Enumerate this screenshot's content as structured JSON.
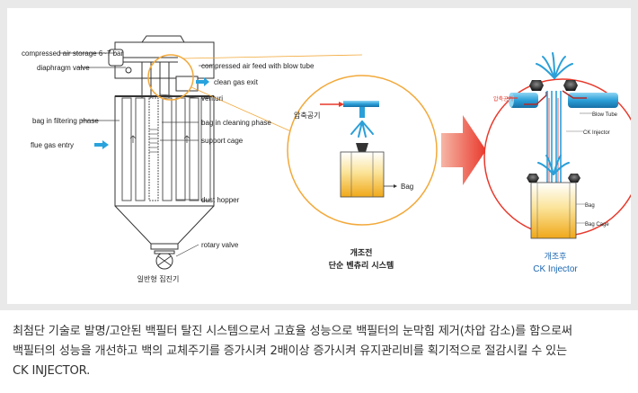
{
  "collector": {
    "labels": {
      "compressed_air_storage": "compressed air storage 6~7 bar",
      "diaphragm_valve": "diaphragm valve",
      "compressed_air_feed": "compressed air feed with blow tube",
      "clean_gas_exit": "clean gas exit",
      "venturi": "venturi",
      "bag_filtering": "bag in filtering phase",
      "bag_cleaning": "bag in cleaning phase",
      "support_cage": "support cage",
      "flue_gas_entry": "flue gas entry",
      "dust_hopper": "dust hopper",
      "rotary_valve": "rotary valve"
    },
    "title": "일반형 집진기"
  },
  "before": {
    "air_label": "압축공기",
    "bag_label": "Bag",
    "title_line1": "개조전",
    "title_line2": "단순 벤츄리 시스템"
  },
  "after": {
    "air_label": "압축공기",
    "blow_tube": "Blow Tube",
    "ck_injector_label": "CK Injector",
    "bag": "Bag",
    "bag_cage": "Bag Cage",
    "title_line1": "개조후",
    "title_line2": "CK Injector"
  },
  "caption": {
    "line1": "최첨단 기술로 발명/고안된 백필터 탈진 시스템으로서 고효율 성능으로 백필터의 눈막힘 제거(차압 감소)를 함으로써",
    "line2": "백필터의 성능을 개선하고 백의 교체주기를 증가시켜 2배이상 증가시켜 유지관리비를 획기적으로 절감시킬 수 있는",
    "line3": "CK INJECTOR."
  },
  "colors": {
    "accent_red": "#e8392c",
    "circle_orange": "#f2a93b",
    "water_blue": "#2b9fd8",
    "bag_yellow": "#f6c21a"
  }
}
